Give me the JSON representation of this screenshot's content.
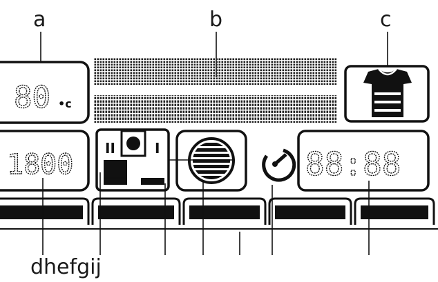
{
  "callouts": {
    "a": "a",
    "b": "b",
    "c": "c",
    "bottom": "dhefgij"
  },
  "display": {
    "temperature": "80",
    "temperature_unit": "•c",
    "spin_speed": "1800",
    "time": "88:88",
    "symbol_pause": "II",
    "symbol_one": "I"
  },
  "icons": {
    "shirt": "shirt-icon",
    "rinse_hold": "rinse-hold-icon",
    "drum": "drum-icon",
    "clock": "clock-icon",
    "text_matrix": "dot-matrix-text"
  }
}
